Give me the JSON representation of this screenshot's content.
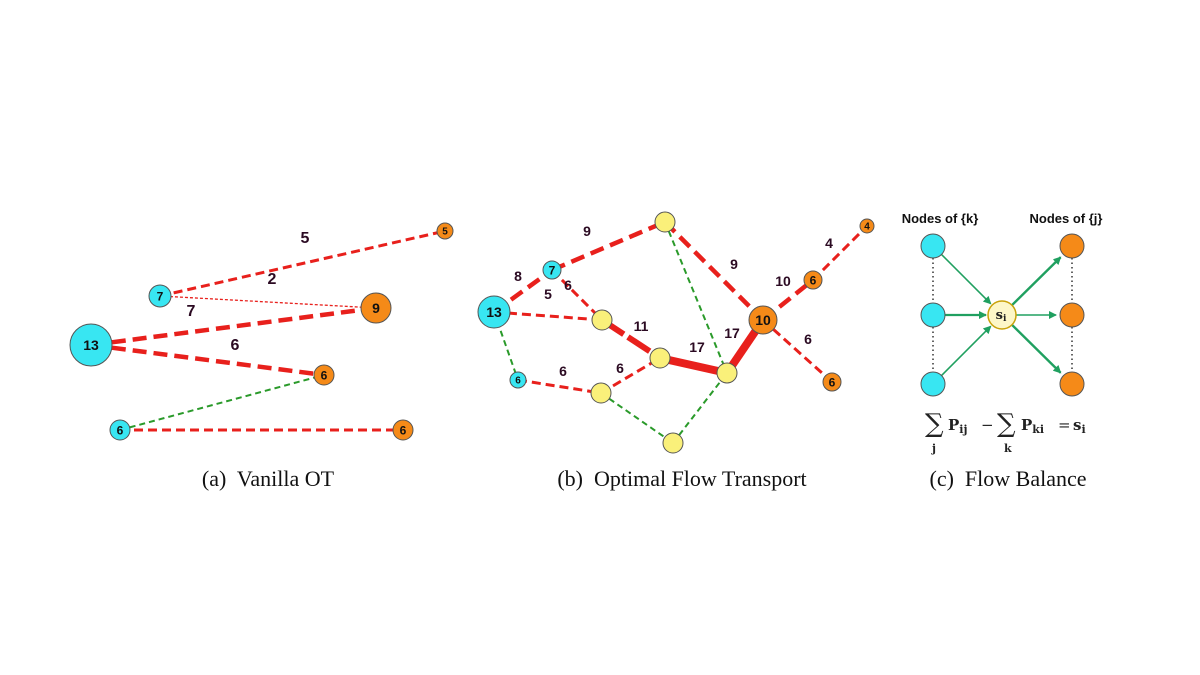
{
  "panels": [
    {
      "id": "a",
      "caption": "(a)  Vanilla OT",
      "nodes": [
        {
          "id": "a13",
          "label": "13",
          "kind": "source"
        },
        {
          "id": "a7",
          "label": "7",
          "kind": "source"
        },
        {
          "id": "a6s",
          "label": "6",
          "kind": "source"
        },
        {
          "id": "a5",
          "label": "5",
          "kind": "sink"
        },
        {
          "id": "a9",
          "label": "9",
          "kind": "sink"
        },
        {
          "id": "a6t",
          "label": "6",
          "kind": "sink"
        },
        {
          "id": "a6b",
          "label": "6",
          "kind": "sink"
        }
      ],
      "edges": [
        {
          "from": "a7",
          "to": "a5",
          "label": "5",
          "type": "red"
        },
        {
          "from": "a7",
          "to": "a9",
          "label": "2",
          "type": "red-thin"
        },
        {
          "from": "a13",
          "to": "a9",
          "label": "7",
          "type": "red-bold"
        },
        {
          "from": "a13",
          "to": "a6t",
          "label": "6",
          "type": "red-bold"
        },
        {
          "from": "a6s",
          "to": "a6t",
          "label": "",
          "type": "green"
        },
        {
          "from": "a6s",
          "to": "a6b",
          "label": "",
          "type": "red"
        }
      ]
    },
    {
      "id": "b",
      "caption": "(b)  Optimal Flow Transport",
      "nodes": [
        {
          "id": "b13",
          "label": "13",
          "kind": "source"
        },
        {
          "id": "b7",
          "label": "7",
          "kind": "source"
        },
        {
          "id": "b6s",
          "label": "6",
          "kind": "source"
        },
        {
          "id": "bY1",
          "label": "",
          "kind": "relay"
        },
        {
          "id": "bY2",
          "label": "",
          "kind": "relay"
        },
        {
          "id": "bY3",
          "label": "",
          "kind": "relay"
        },
        {
          "id": "bY4",
          "label": "",
          "kind": "relay"
        },
        {
          "id": "bY5",
          "label": "",
          "kind": "relay"
        },
        {
          "id": "bY6",
          "label": "",
          "kind": "relay"
        },
        {
          "id": "b10",
          "label": "10",
          "kind": "sink"
        },
        {
          "id": "b6m",
          "label": "6",
          "kind": "sink"
        },
        {
          "id": "b4",
          "label": "4",
          "kind": "sink"
        },
        {
          "id": "b6b",
          "label": "6",
          "kind": "sink"
        }
      ],
      "edges": [
        {
          "from": "b13",
          "to": "b7",
          "label": "8",
          "type": "red-bold"
        },
        {
          "from": "b7",
          "to": "bY1",
          "label": "9",
          "type": "red-bold"
        },
        {
          "from": "b7",
          "to": "bY2",
          "label": "6",
          "type": "red"
        },
        {
          "from": "b13",
          "to": "bY2",
          "label": "5",
          "type": "red"
        },
        {
          "from": "b13",
          "to": "b6s",
          "label": "",
          "type": "green"
        },
        {
          "from": "bY2",
          "to": "bY3",
          "label": "11",
          "type": "red-solid"
        },
        {
          "from": "bY3",
          "to": "bY5",
          "label": "17",
          "type": "red-heavy"
        },
        {
          "from": "b6s",
          "to": "bY4",
          "label": "6",
          "type": "red"
        },
        {
          "from": "bY4",
          "to": "bY3",
          "label": "6",
          "type": "red"
        },
        {
          "from": "bY1",
          "to": "bY5",
          "label": "",
          "type": "green"
        },
        {
          "from": "bY1",
          "to": "b10",
          "label": "9",
          "type": "red-bold"
        },
        {
          "from": "bY5",
          "to": "b10",
          "label": "17",
          "type": "red-heavy"
        },
        {
          "from": "bY4",
          "to": "bY6",
          "label": "",
          "type": "green"
        },
        {
          "from": "bY6",
          "to": "bY5",
          "label": "",
          "type": "green"
        },
        {
          "from": "b10",
          "to": "b6m",
          "label": "10",
          "type": "red-bold"
        },
        {
          "from": "b6m",
          "to": "b4",
          "label": "4",
          "type": "red"
        },
        {
          "from": "b10",
          "to": "b6b",
          "label": "6",
          "type": "red"
        }
      ]
    },
    {
      "id": "c",
      "caption": "(c)  Flow Balance",
      "left_header": "Nodes of {k}",
      "right_header": "Nodes of {j}",
      "center_label": "s",
      "center_sub": "i",
      "formula": {
        "sum1": "∑",
        "term1": "P",
        "term1_sub": "ij",
        "idx1": "j",
        "minus": "−",
        "sum2": "∑",
        "term2": "P",
        "term2_sub": "ki",
        "idx2": "k",
        "equals": "=",
        "rhs": "s",
        "rhs_sub": "i"
      }
    }
  ],
  "colors": {
    "source": "#38e6f2",
    "sink": "#f58a18",
    "relay": "#faf07a",
    "red_edge": "#e8201c",
    "green_edge": "#2a9a2a",
    "arrow": "#20a060",
    "node_stroke": "#555555"
  }
}
